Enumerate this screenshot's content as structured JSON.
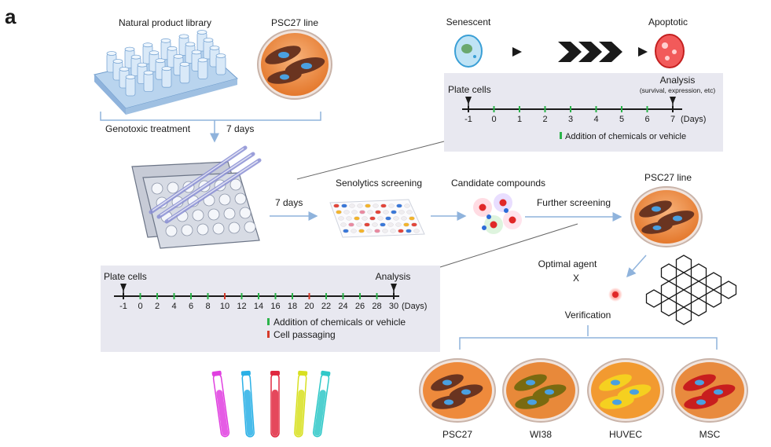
{
  "panel_label": "a",
  "top": {
    "library_label": "Natural product library",
    "cell_line_label": "PSC27 line",
    "treatment_label": "Genotoxic treatment",
    "days_label": "7 days"
  },
  "phenotype": {
    "senescent_label": "Senescent",
    "apoptotic_label": "Apoptotic"
  },
  "short_timeline": {
    "plate_label": "Plate cells",
    "analysis_label": "Analysis",
    "analysis_note": "(survival, expression, etc)",
    "ticks": [
      "-1",
      "0",
      "1",
      "2",
      "3",
      "4",
      "5",
      "6",
      "7"
    ],
    "unit": "(Days)",
    "legend_text": "Addition of chemicals or vehicle"
  },
  "flow": {
    "days_label": "7 days",
    "screening_label": "Senolytics screening",
    "candidates_label": "Candidate compounds",
    "further_label": "Further screening",
    "cell_line_label": "PSC27 line",
    "optimal_label": "Optimal agent",
    "agent_symbol": "X",
    "verification_label": "Verification"
  },
  "long_timeline": {
    "plate_label": "Plate cells",
    "analysis_label": "Analysis",
    "ticks": [
      "-1",
      "0",
      "2",
      "4",
      "6",
      "8",
      "10",
      "12",
      "14",
      "16",
      "18",
      "20",
      "22",
      "24",
      "26",
      "28",
      "30"
    ],
    "unit": "(Days)",
    "legend_chem": "Addition of chemicals or vehicle",
    "legend_passage": "Cell passaging"
  },
  "verification_dishes": [
    "PSC27",
    "WI38",
    "HUVEC",
    "MSC"
  ],
  "colors": {
    "accent_blue": "#8fb3dc",
    "panel_bg": "#e8e8f0",
    "dish_orange": "#ee8a3c",
    "chem_green": "#2bb34a",
    "passage_red": "#d63a2a"
  }
}
